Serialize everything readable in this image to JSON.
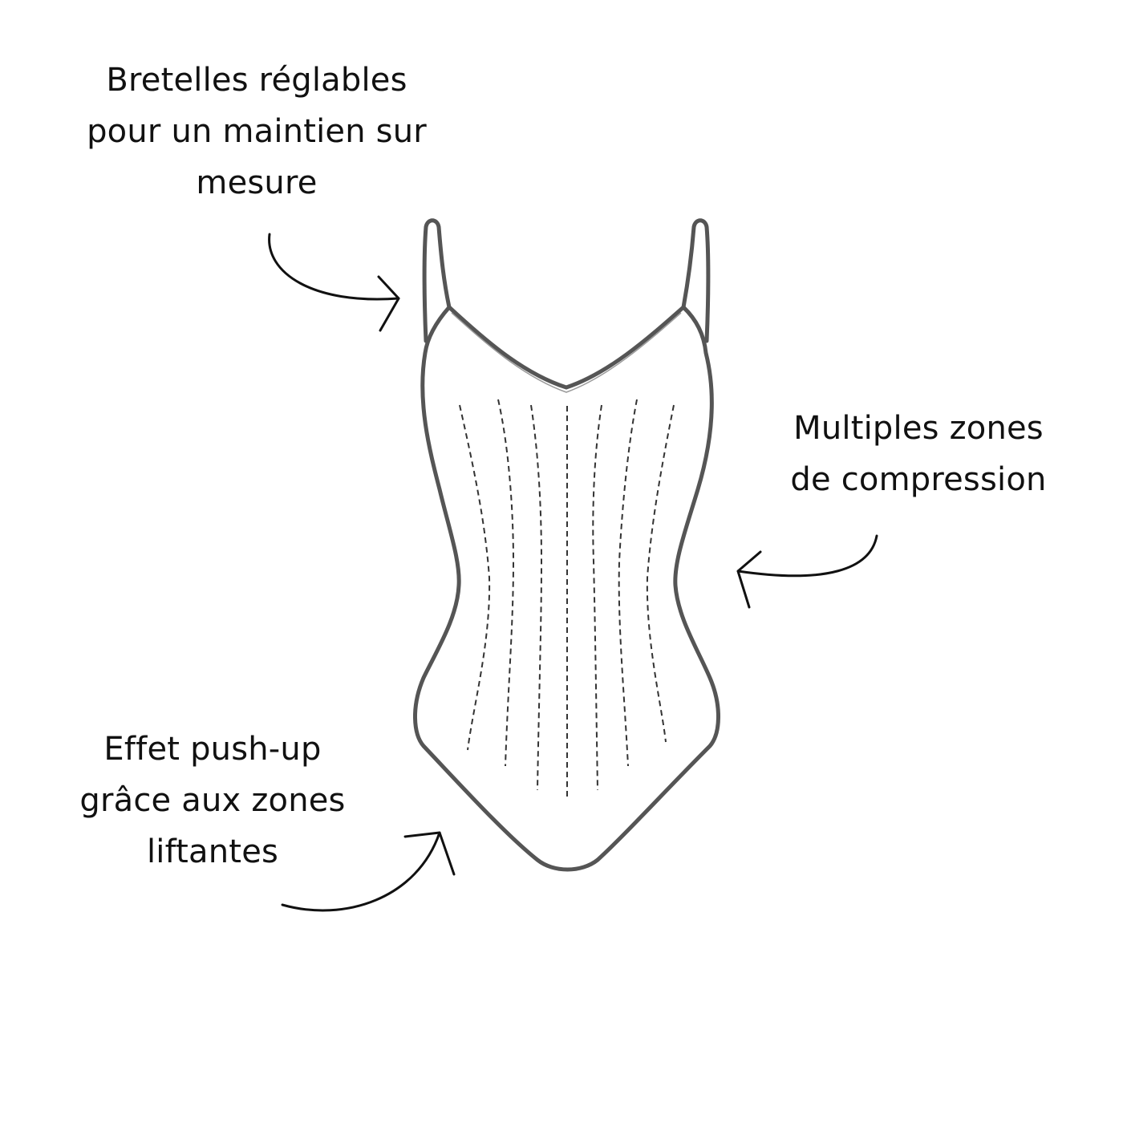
{
  "annotations": {
    "straps": {
      "lines": [
        "Bretelles réglables",
        "pour un maintien sur",
        "mesure"
      ]
    },
    "compression": {
      "lines": [
        "Multiples zones",
        "de compression"
      ]
    },
    "pushup": {
      "lines": [
        "Effet push-up",
        "grâce aux zones",
        "liftantes"
      ]
    }
  },
  "illustration": {
    "subject": "bodysuit-line-drawing",
    "outline_color": "#555555",
    "arrow_color": "#111111",
    "stitch_color": "#333333"
  }
}
